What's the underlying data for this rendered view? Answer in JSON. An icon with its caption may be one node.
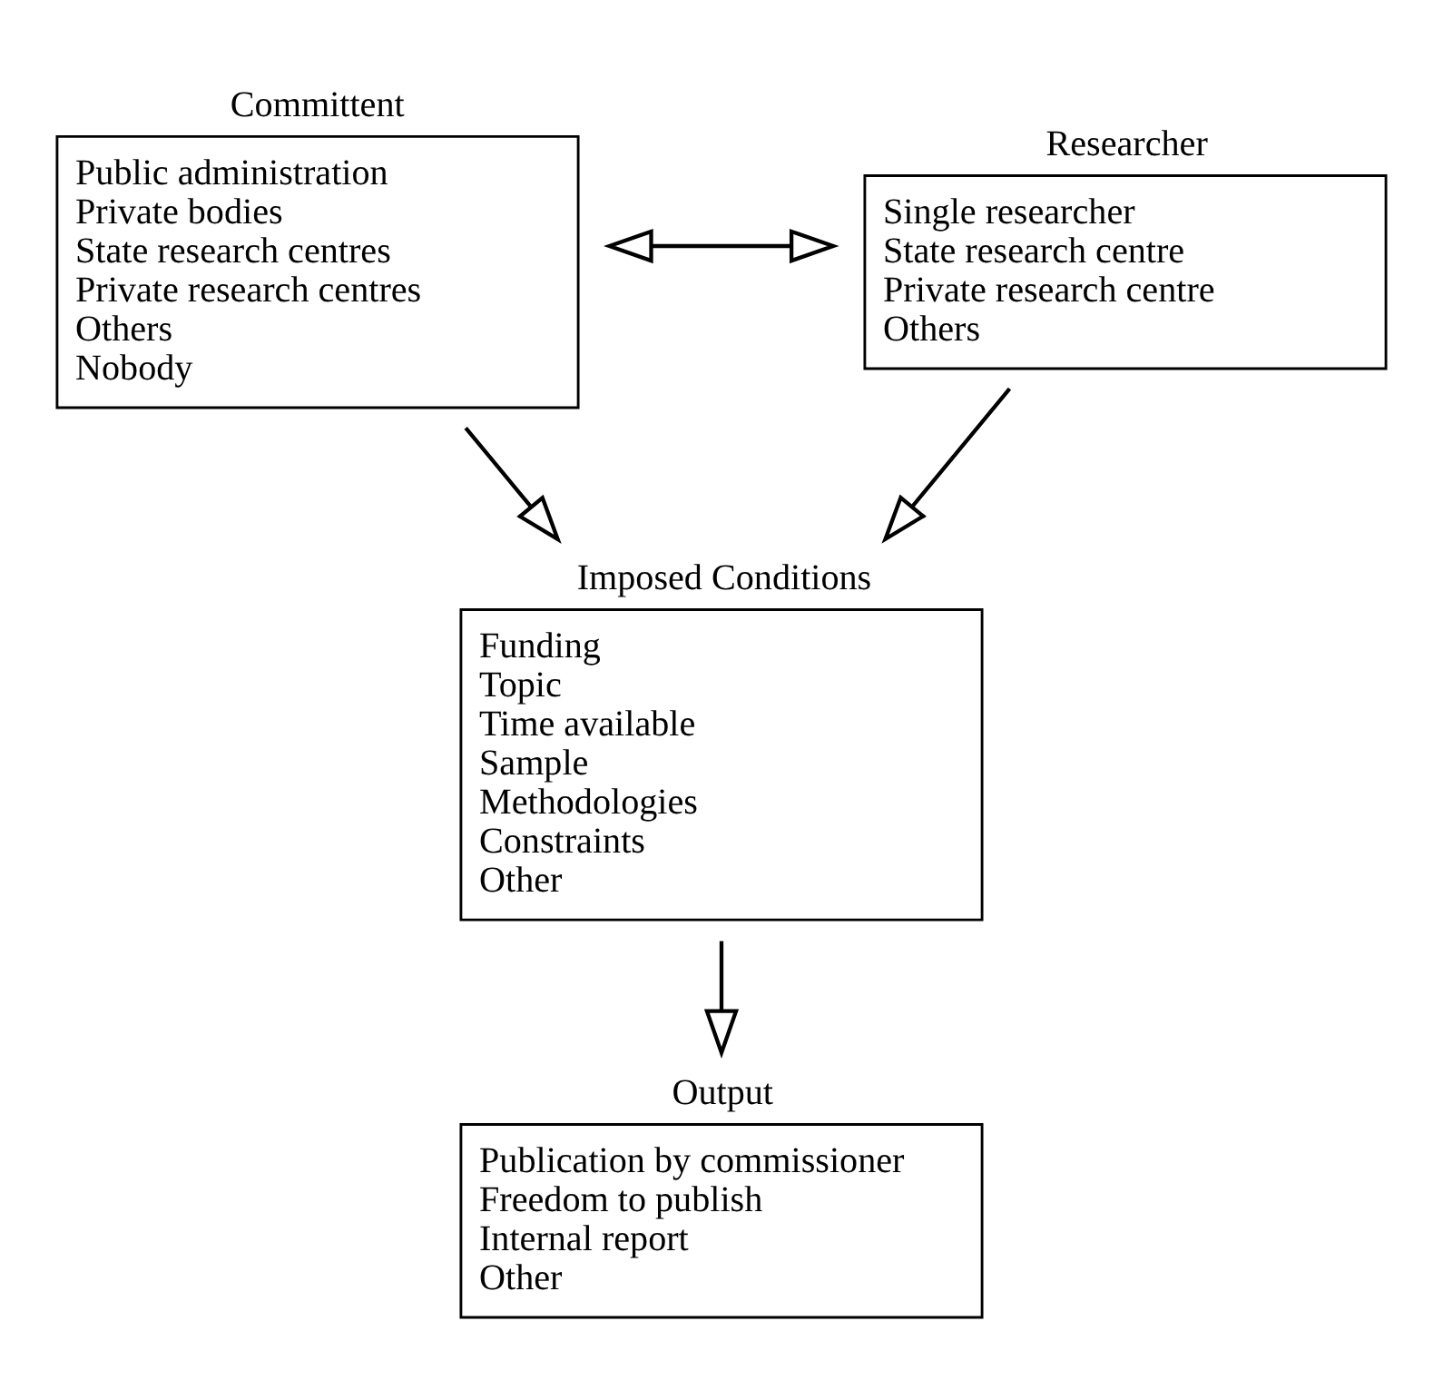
{
  "diagram": {
    "nodes": [
      {
        "text": [
          "Committent",
          "Public administration",
          "Private bodies",
          "State research centres",
          "Private research centres",
          "Others",
          "Nobody"
        ]
      },
      {
        "text": [
          "Researcher",
          "Single researcher",
          "State research centre",
          "Private research centre",
          "Others"
        ]
      },
      {
        "text": [
          "Imposed Conditions",
          "Funding",
          "Topic",
          "Time available",
          "Sample",
          "Methodologies",
          "Constraints",
          "Other"
        ]
      },
      {
        "text": [
          "Output",
          "Publication by commissioner",
          "Freedom to publish",
          "Internal report",
          "Other"
        ]
      }
    ],
    "edges": [
      {
        "from": 0,
        "to": 1,
        "arrow": "both"
      },
      {
        "from": 0,
        "to": 2,
        "arrow": "to"
      },
      {
        "from": 1,
        "to": 2,
        "arrow": "to"
      },
      {
        "from": 2,
        "to": 3,
        "arrow": "to"
      }
    ]
  }
}
